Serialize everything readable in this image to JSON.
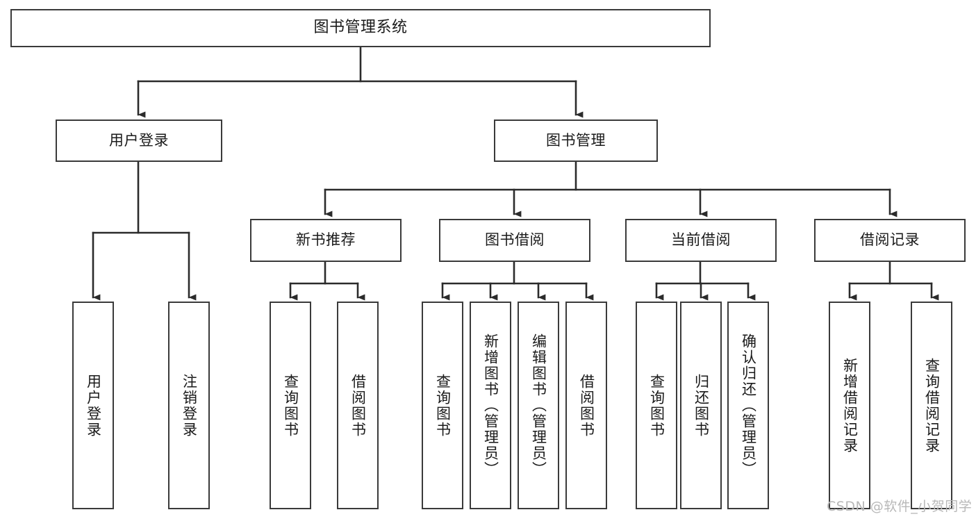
{
  "diagram": {
    "type": "tree-hierarchy-chart",
    "title": "图书管理系统",
    "watermark": "CSDN @软件_小贺同学",
    "colors": {
      "box_border": "#3a3a3a",
      "box_fill": "#ffffff",
      "connector": "#2b2b2b",
      "text": "#1a1a1a",
      "watermark": "#b8b8b8"
    },
    "nodes": {
      "root": {
        "label": "图书管理系统"
      },
      "level1": [
        {
          "id": "user-login",
          "label": "用户登录"
        },
        {
          "id": "book-management",
          "label": "图书管理"
        }
      ],
      "level2": [
        {
          "id": "new-book-recommend",
          "label": "新书推荐"
        },
        {
          "id": "book-borrow",
          "label": "图书借阅"
        },
        {
          "id": "current-borrow",
          "label": "当前借阅"
        },
        {
          "id": "borrow-record",
          "label": "借阅记录"
        }
      ],
      "leaves": [
        {
          "id": "leaf-user-login",
          "label": "用户登录"
        },
        {
          "id": "leaf-logout-login",
          "label": "注销登录"
        },
        {
          "id": "leaf-query-book-1",
          "label": "查询图书"
        },
        {
          "id": "leaf-borrow-book-1",
          "label": "借阅图书"
        },
        {
          "id": "leaf-query-book-2",
          "label": "查询图书"
        },
        {
          "id": "leaf-add-book-admin",
          "label": "新增图书（管理员）"
        },
        {
          "id": "leaf-edit-book-admin",
          "label": "编辑图书（管理员）"
        },
        {
          "id": "leaf-borrow-book-2",
          "label": "借阅图书"
        },
        {
          "id": "leaf-query-book-3",
          "label": "查询图书"
        },
        {
          "id": "leaf-return-book",
          "label": "归还图书"
        },
        {
          "id": "leaf-confirm-return-admin",
          "label": "确认归还（管理员）"
        },
        {
          "id": "leaf-add-borrow-record",
          "label": "新增借阅记录"
        },
        {
          "id": "leaf-query-borrow-record",
          "label": "查询借阅记录"
        }
      ]
    }
  }
}
